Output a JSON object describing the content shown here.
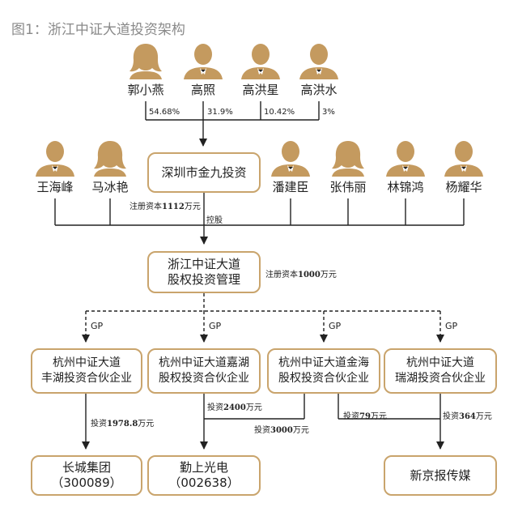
{
  "title": "图1：浙江中证大道投资架构",
  "top_people": [
    "郭小燕",
    "高照",
    "高洪星",
    "高洪水"
  ],
  "top_pcts": [
    "54.68%",
    "31.9%",
    "10.42%",
    "3%"
  ],
  "mid_people_left": [
    "王海峰",
    "马冰艳"
  ],
  "mid_people_right": [
    "潘建臣",
    "张伟丽",
    "林锦鸿",
    "杨耀华"
  ],
  "jinjiu": "深圳市金九投资",
  "jinjiu_reg_pre": "注册资本",
  "jinjiu_reg_val": "1112",
  "jinjiu_reg_unit": "万元",
  "control": "控股",
  "zhongzheng_line1": "浙江中证大道",
  "zhongzheng_line2": "股权投资管理",
  "zz_reg_pre": "注册资本",
  "zz_reg_val": "1000",
  "zz_reg_unit": "万元",
  "gp_label": "GP",
  "funds": [
    {
      "line1": "杭州中证大道",
      "line2": "丰湖投资合伙企业"
    },
    {
      "line1": "杭州中证大道嘉湖",
      "line2": "股权投资合伙企业"
    },
    {
      "line1": "杭州中证大道金海",
      "line2": "股权投资合伙企业"
    },
    {
      "line1": "杭州中证大道",
      "line2": "瑞湖投资合伙企业"
    }
  ],
  "investments": [
    {
      "pre": "投资",
      "val": "1978.8",
      "unit": "万元"
    },
    {
      "pre": "投资",
      "val": "2400",
      "unit": "万元"
    },
    {
      "pre": "投资",
      "val": "3000",
      "unit": "万元"
    },
    {
      "pre": "投资",
      "val": "79",
      "unit": "万元"
    },
    {
      "pre": "投资",
      "val": "364",
      "unit": "万元"
    }
  ],
  "targets": [
    {
      "line1": "长城集团",
      "line2": "（300089）"
    },
    {
      "line1": "勤上光电",
      "line2": "（002638）"
    },
    {
      "line1": "新京报传媒",
      "line2": ""
    }
  ],
  "colors": {
    "accent": "#c9a46c",
    "silhouette": "#c49a5f",
    "line": "#222222"
  }
}
